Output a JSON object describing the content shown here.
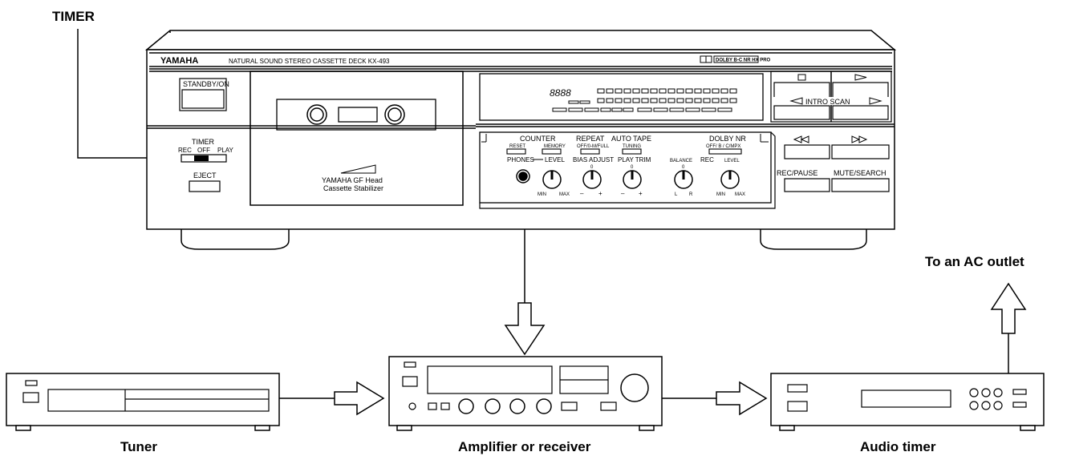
{
  "callout": {
    "timer": "TIMER",
    "ac_outlet": "To an AC outlet"
  },
  "deck": {
    "brand": "YAMAHA",
    "model_line": "NATURAL SOUND  STEREO CASSETTE DECK  KX-493",
    "dolby_badge": "DOLBY B-C NR HX PRO",
    "standby": "STANDBY/ON",
    "timer": "TIMER",
    "timer_rec": "REC",
    "timer_off": "OFF",
    "timer_play": "PLAY",
    "eject": "EJECT",
    "display_digits": "8888",
    "stabilizer_line1": "YAMAHA  GF  Head",
    "stabilizer_line2": "Cassette  Stabilizer",
    "intro_scan": "INTRO SCAN",
    "counter": "COUNTER",
    "reset": "RESET",
    "memory": "MEMORY",
    "repeat": "REPEAT",
    "repeat_sub": "OFF/0-M/FULL",
    "auto_tape": "AUTO TAPE",
    "tuning": "TUNING",
    "dolby_nr": "DOLBY NR",
    "dolby_sub": "OFF/ B / C/MPX",
    "phones": "PHONES",
    "level": "LEVEL",
    "bias_adjust": "BIAS ADJUST",
    "play_trim": "PLAY TRIM",
    "balance": "BALANCE",
    "rec": "REC",
    "rec_level": "LEVEL",
    "min": "MIN",
    "max": "MAX",
    "minus": "–",
    "plus": "+",
    "left": "L",
    "right": "R",
    "zero": "0",
    "rec_pause": "REC/PAUSE",
    "mute_search": "MUTE/SEARCH"
  },
  "components": {
    "tuner": "Tuner",
    "amplifier": "Amplifier or receiver",
    "audio_timer": "Audio timer"
  }
}
